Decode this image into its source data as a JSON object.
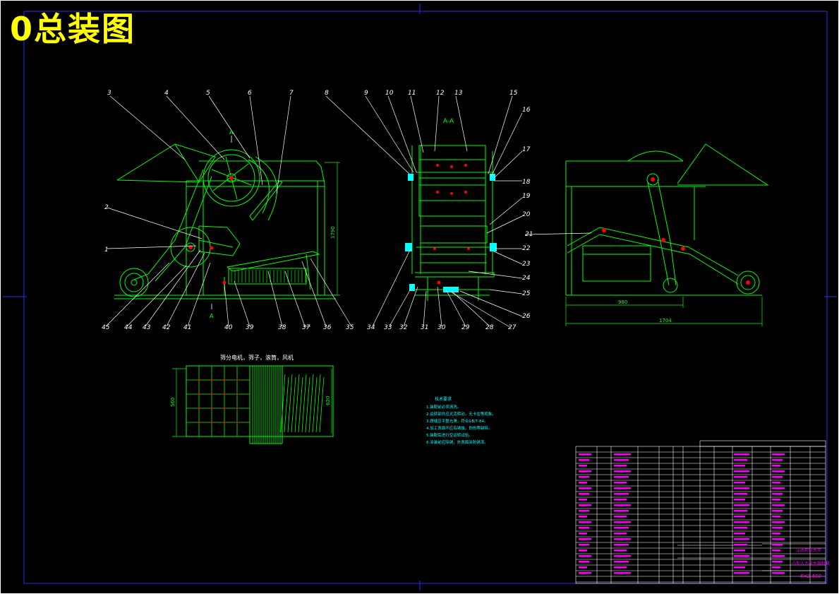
{
  "drawing_title": "0总装图",
  "callouts_top": [
    "3",
    "4",
    "5",
    "6",
    "7",
    "8",
    "9",
    "10",
    "11",
    "12",
    "13",
    "15",
    "16",
    "17",
    "18",
    "19",
    "20",
    "21",
    "22",
    "23",
    "24",
    "25",
    "26"
  ],
  "callouts_bottom": [
    "45",
    "44",
    "43",
    "42",
    "41",
    "40",
    "39",
    "38",
    "37",
    "36",
    "35",
    "34",
    "33",
    "32",
    "31",
    "30",
    "29",
    "28",
    "27"
  ],
  "callouts_left": [
    "1",
    "2"
  ],
  "section_label": "A-A",
  "section_marker": "A",
  "dim_height": "1790",
  "dim_side_width": "980",
  "dim_total_width": "1704",
  "detail_caption": "筛分电机，筛子，滚筒，风机",
  "dim_detail_height": "560",
  "dim_detail_height2": "620",
  "notes_title": "技术要求",
  "notes": [
    "1.装配前必须清洗。",
    "2.运转部件应灵活转动，无卡住等现象。",
    "3.焊缝应平整光滑，符合GB/T-84。",
    "4.加工表面不应有锈蚀，划伤等缺陷。",
    "5.装配后进行空运转试验。",
    "6.涂装前应除锈，外表面涂防锈漆。"
  ],
  "title_block": {
    "university": "江西农业大学",
    "machine_name": "小型人力花生脱粒机",
    "drawing_no": "6HZ-500"
  },
  "colors": {
    "frame": "#0000ff",
    "drawing": "#00ff00",
    "leader": "#ffffff",
    "table": "#ff00ff",
    "title": "#ffff00",
    "part_red": "#ff0000",
    "table_ink": "#ffffff"
  }
}
